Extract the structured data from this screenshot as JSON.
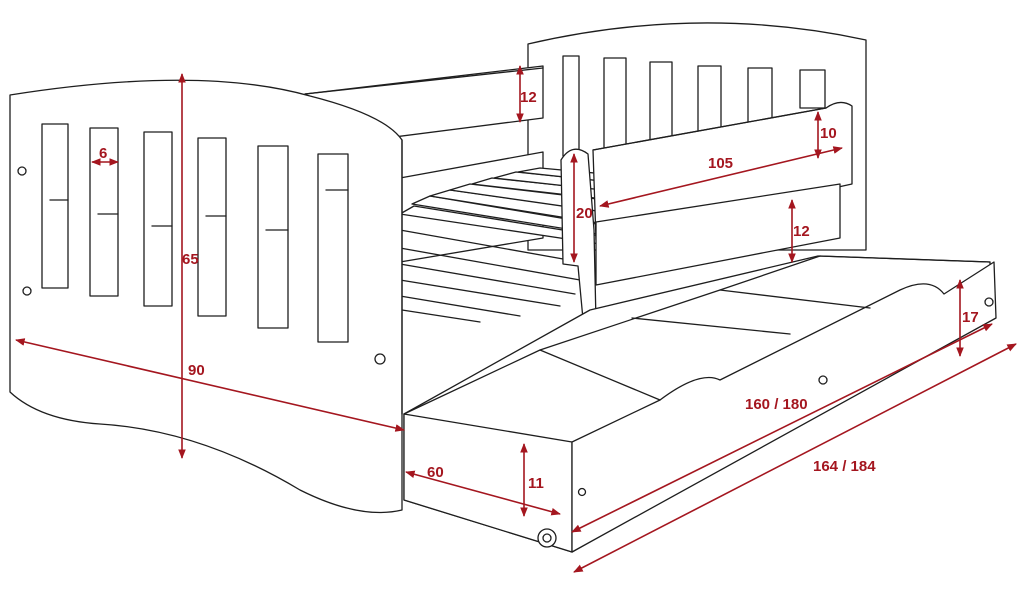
{
  "dimensions": {
    "back_rail_height": "12",
    "slat_gap": "6",
    "front_rail_height": "10",
    "front_opening_length": "105",
    "post_height": "20",
    "lower_rail_height": "12",
    "headboard_height": "65",
    "drawer_side_height": "17",
    "bed_width": "90",
    "drawer_length": "160 / 180",
    "drawer_depth": "60",
    "drawer_height": "11",
    "total_length": "164 / 184"
  },
  "colors": {
    "dimension": "#a4161f",
    "outline": "#1e1e1e"
  }
}
